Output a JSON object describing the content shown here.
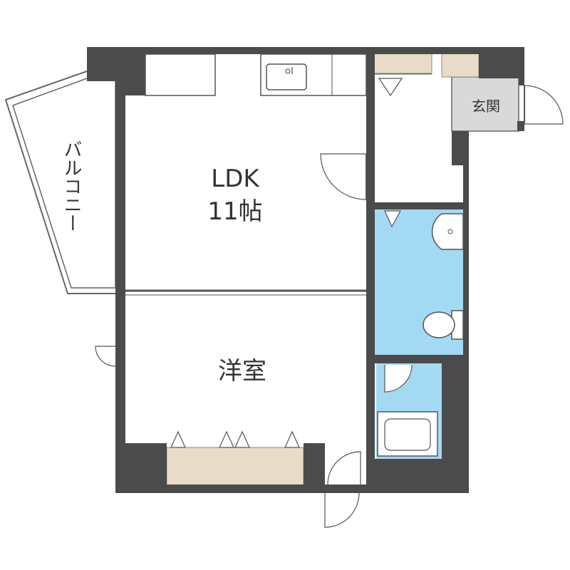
{
  "rooms": {
    "ldk": {
      "name": "LDK",
      "size": "11帖"
    },
    "western_room": {
      "name": "洋室"
    },
    "entrance": {
      "name": "玄関"
    },
    "balcony": {
      "name": "バルコニー"
    }
  },
  "colors": {
    "wall": "#4b4b4b",
    "wet_area": "#a3d9f3",
    "storage": "#e8dcc8",
    "entrance_floor": "#d9d9d9",
    "line": "#555555"
  }
}
